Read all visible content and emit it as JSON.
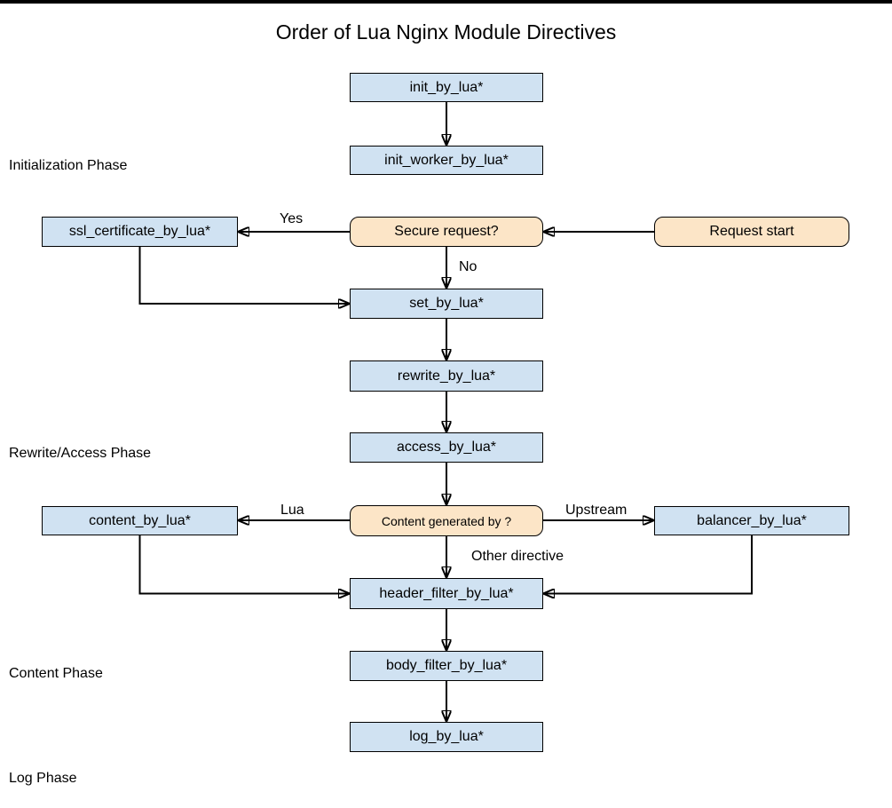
{
  "title": "Order of Lua Nginx Module Directives",
  "phases": [
    {
      "label": "Initialization Phase",
      "color": "#e9f5e7"
    },
    {
      "label": "Rewrite/Access Phase",
      "color": "#ece4f2"
    },
    {
      "label": "Content Phase",
      "color": "#f7e9e4"
    },
    {
      "label": "Log Phase",
      "color": "#f2f0d5"
    }
  ],
  "nodes": {
    "init": {
      "label": "init_by_lua*",
      "type": "process"
    },
    "init_worker": {
      "label": "init_worker_by_lua*",
      "type": "process"
    },
    "ssl_certificate": {
      "label": "ssl_certificate_by_lua*",
      "type": "process"
    },
    "secure_request": {
      "label": "Secure request?",
      "type": "decision"
    },
    "request_start": {
      "label": "Request start",
      "type": "start"
    },
    "set": {
      "label": "set_by_lua*",
      "type": "process"
    },
    "rewrite": {
      "label": "rewrite_by_lua*",
      "type": "process"
    },
    "access": {
      "label": "access_by_lua*",
      "type": "process"
    },
    "content_generated": {
      "label": "Content generated by ?",
      "type": "decision"
    },
    "content": {
      "label": "content_by_lua*",
      "type": "process"
    },
    "balancer": {
      "label": "balancer_by_lua*",
      "type": "process"
    },
    "header_filter": {
      "label": "header_filter_by_lua*",
      "type": "process"
    },
    "body_filter": {
      "label": "body_filter_by_lua*",
      "type": "process"
    },
    "log": {
      "label": "log_by_lua*",
      "type": "process"
    }
  },
  "edge_labels": {
    "yes": "Yes",
    "no": "No",
    "lua": "Lua",
    "upstream": "Upstream",
    "other_directive": "Other directive"
  },
  "edges": [
    {
      "from": "init_by_lua*",
      "to": "init_worker_by_lua*",
      "label": ""
    },
    {
      "from": "Request start",
      "to": "Secure request?",
      "label": ""
    },
    {
      "from": "Secure request?",
      "to": "ssl_certificate_by_lua*",
      "label": "Yes"
    },
    {
      "from": "Secure request?",
      "to": "set_by_lua*",
      "label": "No"
    },
    {
      "from": "ssl_certificate_by_lua*",
      "to": "set_by_lua*",
      "label": ""
    },
    {
      "from": "set_by_lua*",
      "to": "rewrite_by_lua*",
      "label": ""
    },
    {
      "from": "rewrite_by_lua*",
      "to": "access_by_lua*",
      "label": ""
    },
    {
      "from": "access_by_lua*",
      "to": "Content generated by ?",
      "label": ""
    },
    {
      "from": "Content generated by ?",
      "to": "content_by_lua*",
      "label": "Lua"
    },
    {
      "from": "Content generated by ?",
      "to": "balancer_by_lua*",
      "label": "Upstream"
    },
    {
      "from": "Content generated by ?",
      "to": "header_filter_by_lua*",
      "label": "Other directive"
    },
    {
      "from": "content_by_lua*",
      "to": "header_filter_by_lua*",
      "label": ""
    },
    {
      "from": "balancer_by_lua*",
      "to": "header_filter_by_lua*",
      "label": ""
    },
    {
      "from": "header_filter_by_lua*",
      "to": "body_filter_by_lua*",
      "label": ""
    },
    {
      "from": "body_filter_by_lua*",
      "to": "log_by_lua*",
      "label": ""
    }
  ],
  "colors": {
    "process_fill": "#d0e2f2",
    "decision_fill": "#fce5c7",
    "border": "#000000",
    "text": "#000000"
  }
}
